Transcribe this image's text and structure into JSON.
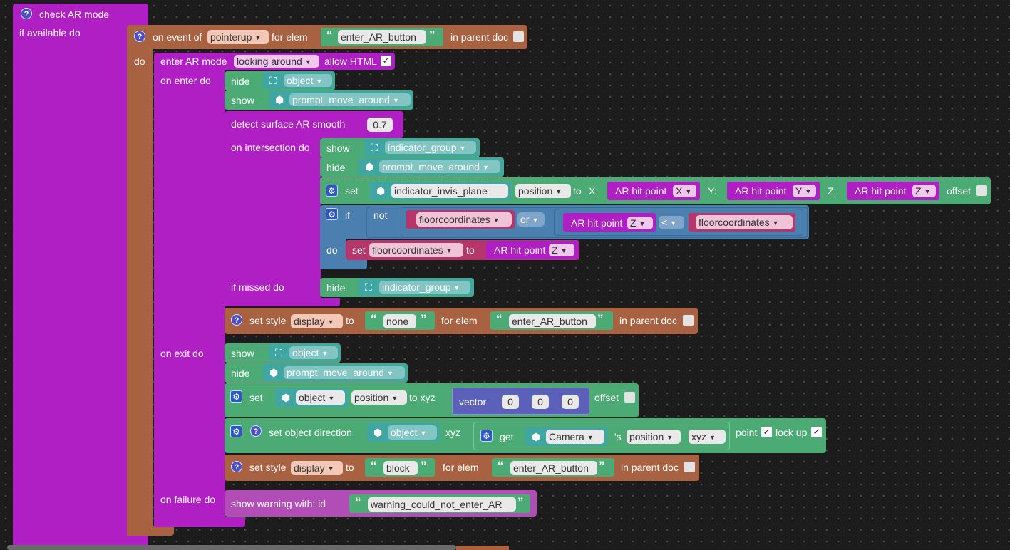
{
  "workspace": {
    "check_ar": {
      "title": "check AR mode",
      "if_available": "if available do",
      "on_event": {
        "label_on_event": "on event of",
        "event_type": "pointerup",
        "label_for_elem": "for elem",
        "elem": "enter_AR_button",
        "label_in_parent": "in parent doc",
        "label_do": "do"
      },
      "enter_ar": {
        "label": "enter AR mode",
        "mode": "looking around",
        "label_allow_html": "allow HTML",
        "allow_html_checked": "✓",
        "label_on_enter": "on enter do",
        "label_on_exit": "on exit do",
        "label_on_failure": "on failure do"
      },
      "on_enter": {
        "hide": {
          "label": "hide",
          "target": "object"
        },
        "show": {
          "label": "show",
          "target": "prompt_move_around"
        },
        "detect": {
          "label": "detect surface AR smooth",
          "smooth": "0.7",
          "label_intersection": "on intersection do",
          "label_missed": "if missed do"
        },
        "intersection": {
          "show": {
            "label": "show",
            "target": "indicator_group"
          },
          "hide": {
            "label": "hide",
            "target": "prompt_move_around"
          },
          "set_position": {
            "label_set": "set",
            "target": "indicator_invis_plane",
            "property": "position",
            "label_to": "to",
            "label_x": "X:",
            "x_source": "AR hit point",
            "x_axis": "X",
            "label_y": "Y:",
            "y_source": "AR hit point",
            "y_axis": "Y",
            "label_z": "Z:",
            "z_source": "AR hit point",
            "z_axis": "Z",
            "label_offset": "offset"
          },
          "if_block": {
            "label_if": "if",
            "label_not": "not",
            "var1": "floorcoordinates",
            "operator_or": "or",
            "hit_source": "AR hit point",
            "hit_axis": "Z",
            "compare": "<",
            "var2": "floorcoordinates",
            "label_do": "do",
            "set_label": "set",
            "set_var": "floorcoordinates",
            "set_to": "to",
            "set_source": "AR hit point",
            "set_axis": "Z"
          }
        },
        "missed": {
          "label": "hide",
          "target": "indicator_group"
        },
        "set_style": {
          "label": "set style",
          "property": "display",
          "label_to": "to",
          "value": "none",
          "label_for_elem": "for elem",
          "elem": "enter_AR_button",
          "label_in_parent": "in parent doc"
        }
      },
      "on_exit": {
        "show": {
          "label": "show",
          "target": "object"
        },
        "hide": {
          "label": "hide",
          "target": "prompt_move_around"
        },
        "set_xyz": {
          "label_set": "set",
          "target": "object",
          "property": "position",
          "label_to_xyz": "to xyz",
          "label_vector": "vector",
          "x": "0",
          "y": "0",
          "z": "0",
          "label_offset": "offset"
        },
        "direction": {
          "label": "set object direction",
          "target": "object",
          "label_xyz": "xyz",
          "label_get": "get",
          "camera": "Camera",
          "label_s": "'s",
          "property": "position",
          "component": "xyz",
          "label_point": "point",
          "point_checked": "✓",
          "label_lockup": "lock up",
          "lockup_checked": "✓"
        },
        "set_style": {
          "label": "set style",
          "property": "display",
          "label_to": "to",
          "value": "block",
          "label_for_elem": "for elem",
          "elem": "enter_AR_button",
          "label_in_parent": "in parent doc"
        }
      },
      "on_failure": {
        "label": "show warning  with:  id",
        "id": "warning_could_not_enter_AR"
      }
    }
  },
  "colors": {
    "background": "#1c1c1c",
    "ar_block": "#b01fc4",
    "event_block": "#a86242",
    "object_block": "#4caa75",
    "logic_block": "#4a7fb0",
    "vector_block": "#5b60b8",
    "variable_block": "#b6356a"
  }
}
